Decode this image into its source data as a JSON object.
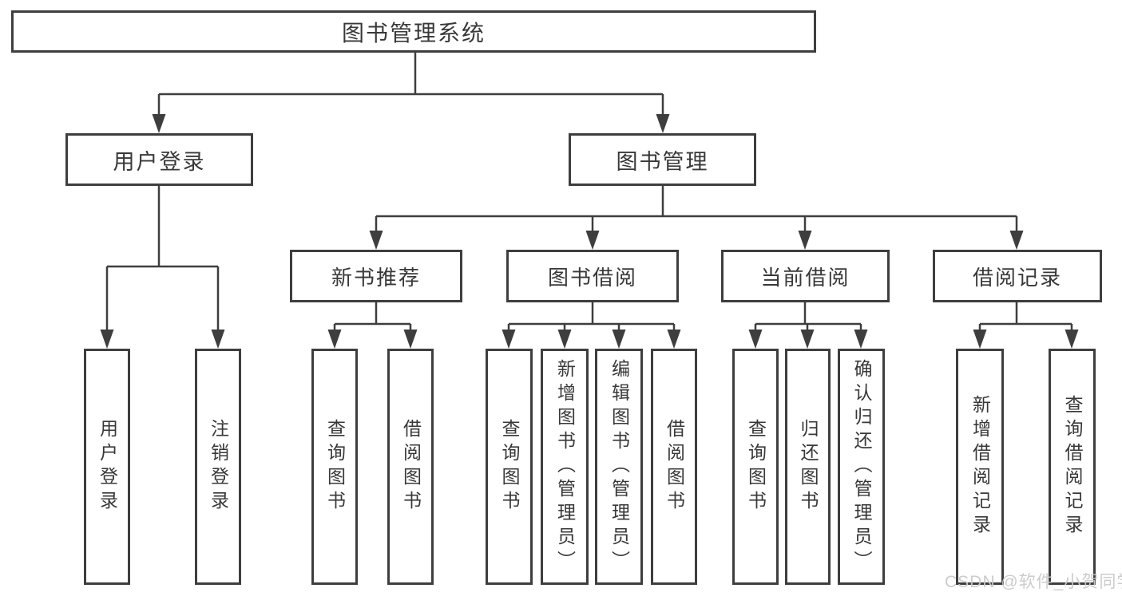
{
  "tree": {
    "root": "图书管理系统",
    "level2": {
      "user_login": "用户登录",
      "book_management": "图书管理"
    },
    "level3": {
      "new_book_recommend": "新书推荐",
      "book_borrow": "图书借阅",
      "current_borrow": "当前借阅",
      "borrow_records": "借阅记录"
    },
    "leaves": {
      "user_login": "用户登录",
      "logout_login": "注销登录",
      "nb_query_books": "查询图书",
      "nb_borrow_books": "借阅图书",
      "bb_query_books": "查询图书",
      "bb_add_books_admin": "新增图书（管理员）",
      "bb_edit_books_admin": "编辑图书（管理员）",
      "bb_borrow_books": "借阅图书",
      "cb_query_books": "查询图书",
      "cb_return_books": "归还图书",
      "cb_confirm_return_admin": "确认归还（管理员）",
      "br_add_record": "新增借阅记录",
      "br_query_record": "查询借阅记录"
    }
  },
  "watermark": "CSDN @软件_小贺同学",
  "colors": {
    "line": "#3e3e3e",
    "text": "#383838",
    "background": "#ffffff",
    "watermark": "#c9c9c9"
  }
}
